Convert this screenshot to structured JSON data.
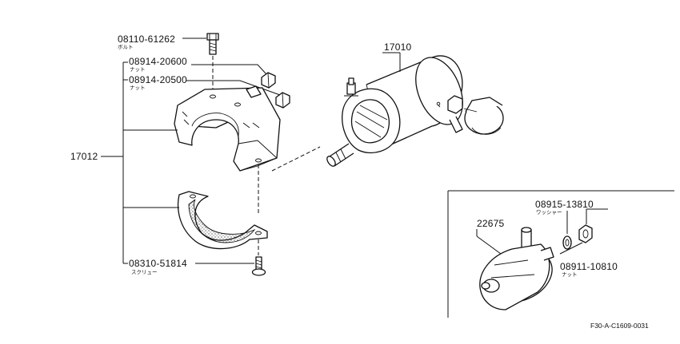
{
  "labels": {
    "bolt_pn": "08110-61262",
    "bolt_name": "ボルト",
    "nut1_pn": "08914-20600",
    "nut1_name": "ナット",
    "nut2_pn": "08914-20500",
    "nut2_name": "ナット",
    "bracket_pn": "17012",
    "pump_pn": "17010",
    "screw_pn": "08310-51814",
    "screw_name": "スクリュー",
    "washer_pn": "08915-13810",
    "washer_name": "ワッシャー",
    "regulator_pn": "22675",
    "nut3_pn": "08911-10810",
    "nut3_name": "ナット",
    "figure_ref": "F30-A-C1609-0031"
  }
}
